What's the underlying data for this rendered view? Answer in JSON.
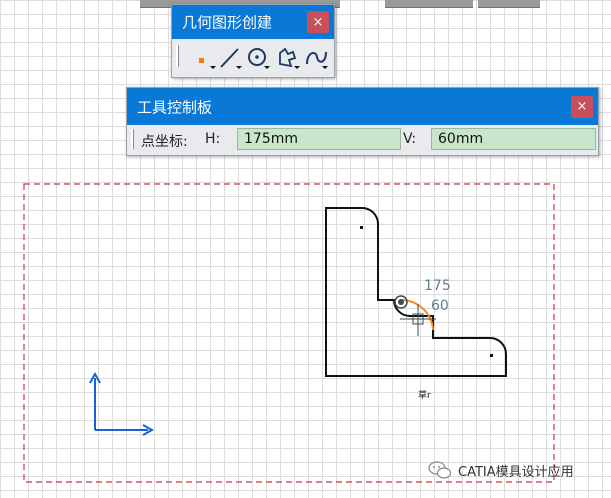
{
  "geometry_toolbar": {
    "title": "几何图形创建",
    "close_glyph": "×",
    "tools": [
      {
        "name": "point-tool",
        "icon": "point-icon"
      },
      {
        "name": "line-tool",
        "icon": "line-icon"
      },
      {
        "name": "circle-tool",
        "icon": "circle-icon"
      },
      {
        "name": "profile-tool",
        "icon": "profile-icon"
      },
      {
        "name": "spline-tool",
        "icon": "spline-icon"
      }
    ]
  },
  "tools_palette": {
    "title": "工具控制板",
    "close_glyph": "×",
    "point_label": "点坐标:",
    "h_label": "H:",
    "h_value": "175mm",
    "v_label": "V:",
    "v_value": "60mm"
  },
  "canvas": {
    "readout_h": "175",
    "readout_v": "60",
    "sketch_label": "草r"
  },
  "watermark": {
    "text": "CATIA模具设计应用",
    "icon": "wechat-icon"
  },
  "colors": {
    "titlebar": "#0a78d7",
    "close_button": "#c9505a",
    "input_field": "#c8e6c9",
    "dashed_frame": "#d0343c",
    "axis": "#1463d6",
    "arc_preview": "#ff8c1a",
    "readout_text": "#5f7e8c"
  }
}
